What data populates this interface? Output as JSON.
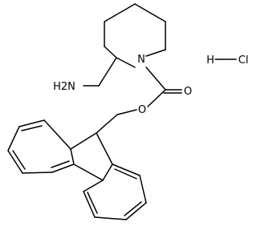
{
  "structure": {
    "atoms": {
      "ring_nitrogen": "N",
      "amine": "H2N",
      "carbonyl_oxygen": "O",
      "ester_oxygen": "O",
      "salt_hydrogen": "H",
      "salt_chlorine": "Cl"
    }
  }
}
